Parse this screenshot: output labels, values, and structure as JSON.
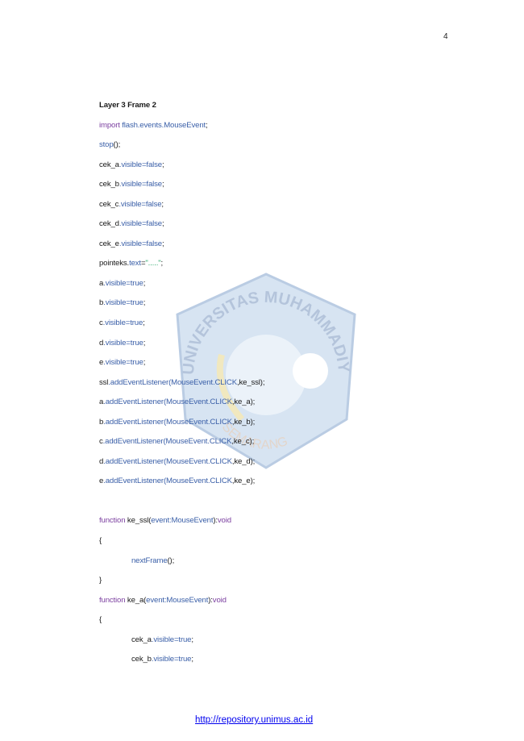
{
  "page_number": "4",
  "watermark": {
    "text_top": "UNIVERSITAS MUHAMMADIYAH",
    "text_bottom": "SEMARANG"
  },
  "heading": "Layer 3 Frame 2",
  "code_lines": [
    {
      "indent": false,
      "segs": [
        [
          "k",
          "import "
        ],
        [
          "b",
          "flash.events.MouseEvent"
        ],
        [
          "t",
          ";"
        ]
      ]
    },
    {
      "indent": false,
      "segs": [
        [
          "b",
          "stop"
        ],
        [
          "t",
          "();"
        ]
      ]
    },
    {
      "indent": false,
      "segs": [
        [
          "t",
          "cek_a"
        ],
        [
          "b",
          ".visible=false"
        ],
        [
          "t",
          ";"
        ]
      ]
    },
    {
      "indent": false,
      "segs": [
        [
          "t",
          "cek_b"
        ],
        [
          "b",
          ".visible=false"
        ],
        [
          "t",
          ";"
        ]
      ]
    },
    {
      "indent": false,
      "segs": [
        [
          "t",
          "cek_c"
        ],
        [
          "b",
          ".visible=false"
        ],
        [
          "t",
          ";"
        ]
      ]
    },
    {
      "indent": false,
      "segs": [
        [
          "t",
          "cek_d"
        ],
        [
          "b",
          ".visible=false"
        ],
        [
          "t",
          ";"
        ]
      ]
    },
    {
      "indent": false,
      "segs": [
        [
          "t",
          "cek_e"
        ],
        [
          "b",
          ".visible=false"
        ],
        [
          "t",
          ";"
        ]
      ]
    },
    {
      "indent": false,
      "segs": [
        [
          "t",
          "pointeks."
        ],
        [
          "b",
          "text"
        ],
        [
          "t",
          "="
        ],
        [
          "s",
          "\".....\""
        ],
        [
          "t",
          ";"
        ]
      ]
    },
    {
      "indent": false,
      "segs": [
        [
          "t",
          "a"
        ],
        [
          "b",
          ".visible=true"
        ],
        [
          "t",
          ";"
        ]
      ]
    },
    {
      "indent": false,
      "segs": [
        [
          "t",
          "b"
        ],
        [
          "b",
          ".visible=true"
        ],
        [
          "t",
          ";"
        ]
      ]
    },
    {
      "indent": false,
      "segs": [
        [
          "t",
          "c"
        ],
        [
          "b",
          ".visible=true"
        ],
        [
          "t",
          ";"
        ]
      ]
    },
    {
      "indent": false,
      "segs": [
        [
          "t",
          "d"
        ],
        [
          "b",
          ".visible=true"
        ],
        [
          "t",
          ";"
        ]
      ]
    },
    {
      "indent": false,
      "segs": [
        [
          "t",
          "e"
        ],
        [
          "b",
          ".visible=true"
        ],
        [
          "t",
          ";"
        ]
      ]
    },
    {
      "indent": false,
      "segs": [
        [
          "t",
          "ssl"
        ],
        [
          "b",
          ".addEventListener(MouseEvent.CLICK"
        ],
        [
          "t",
          ",ke_ssl);"
        ]
      ]
    },
    {
      "indent": false,
      "segs": [
        [
          "t",
          "a"
        ],
        [
          "b",
          ".addEventListener(MouseEvent.CLICK"
        ],
        [
          "t",
          ",ke_a);"
        ]
      ]
    },
    {
      "indent": false,
      "segs": [
        [
          "t",
          "b"
        ],
        [
          "b",
          ".addEventListener(MouseEvent.CLICK"
        ],
        [
          "t",
          ",ke_b);"
        ]
      ]
    },
    {
      "indent": false,
      "segs": [
        [
          "t",
          "c"
        ],
        [
          "b",
          ".addEventListener(MouseEvent.CLICK"
        ],
        [
          "t",
          ",ke_c);"
        ]
      ]
    },
    {
      "indent": false,
      "segs": [
        [
          "t",
          "d"
        ],
        [
          "b",
          ".addEventListener(MouseEvent.CLICK"
        ],
        [
          "t",
          ",ke_d);"
        ]
      ]
    },
    {
      "indent": false,
      "segs": [
        [
          "t",
          "e"
        ],
        [
          "b",
          ".addEventListener(MouseEvent.CLICK"
        ],
        [
          "t",
          ",ke_e);"
        ]
      ]
    },
    {
      "indent": false,
      "segs": []
    },
    {
      "indent": false,
      "segs": [
        [
          "k",
          "function "
        ],
        [
          "t",
          "ke_ssl("
        ],
        [
          "b",
          "event:MouseEvent"
        ],
        [
          "t",
          "):"
        ],
        [
          "k",
          "void"
        ]
      ]
    },
    {
      "indent": false,
      "segs": [
        [
          "t",
          "{"
        ]
      ]
    },
    {
      "indent": true,
      "segs": [
        [
          "b",
          "nextFrame"
        ],
        [
          "t",
          "();"
        ]
      ]
    },
    {
      "indent": false,
      "segs": [
        [
          "t",
          "}"
        ]
      ]
    },
    {
      "indent": false,
      "segs": [
        [
          "k",
          "function "
        ],
        [
          "t",
          "ke_a("
        ],
        [
          "b",
          "event:MouseEvent"
        ],
        [
          "t",
          "):"
        ],
        [
          "k",
          "void"
        ]
      ]
    },
    {
      "indent": false,
      "segs": [
        [
          "t",
          "{"
        ]
      ]
    },
    {
      "indent": true,
      "segs": [
        [
          "t",
          "cek_a"
        ],
        [
          "b",
          ".visible=true"
        ],
        [
          "t",
          ";"
        ]
      ]
    },
    {
      "indent": true,
      "segs": [
        [
          "t",
          "cek_b"
        ],
        [
          "b",
          ".visible=true"
        ],
        [
          "t",
          ";"
        ]
      ]
    }
  ],
  "footer_link": "http://repository.unimus.ac.id",
  "colors": {
    "keyword": "#7b3fa0",
    "identifier": "#3a5fa8",
    "string": "#2aa86a",
    "link": "#0000ee"
  }
}
